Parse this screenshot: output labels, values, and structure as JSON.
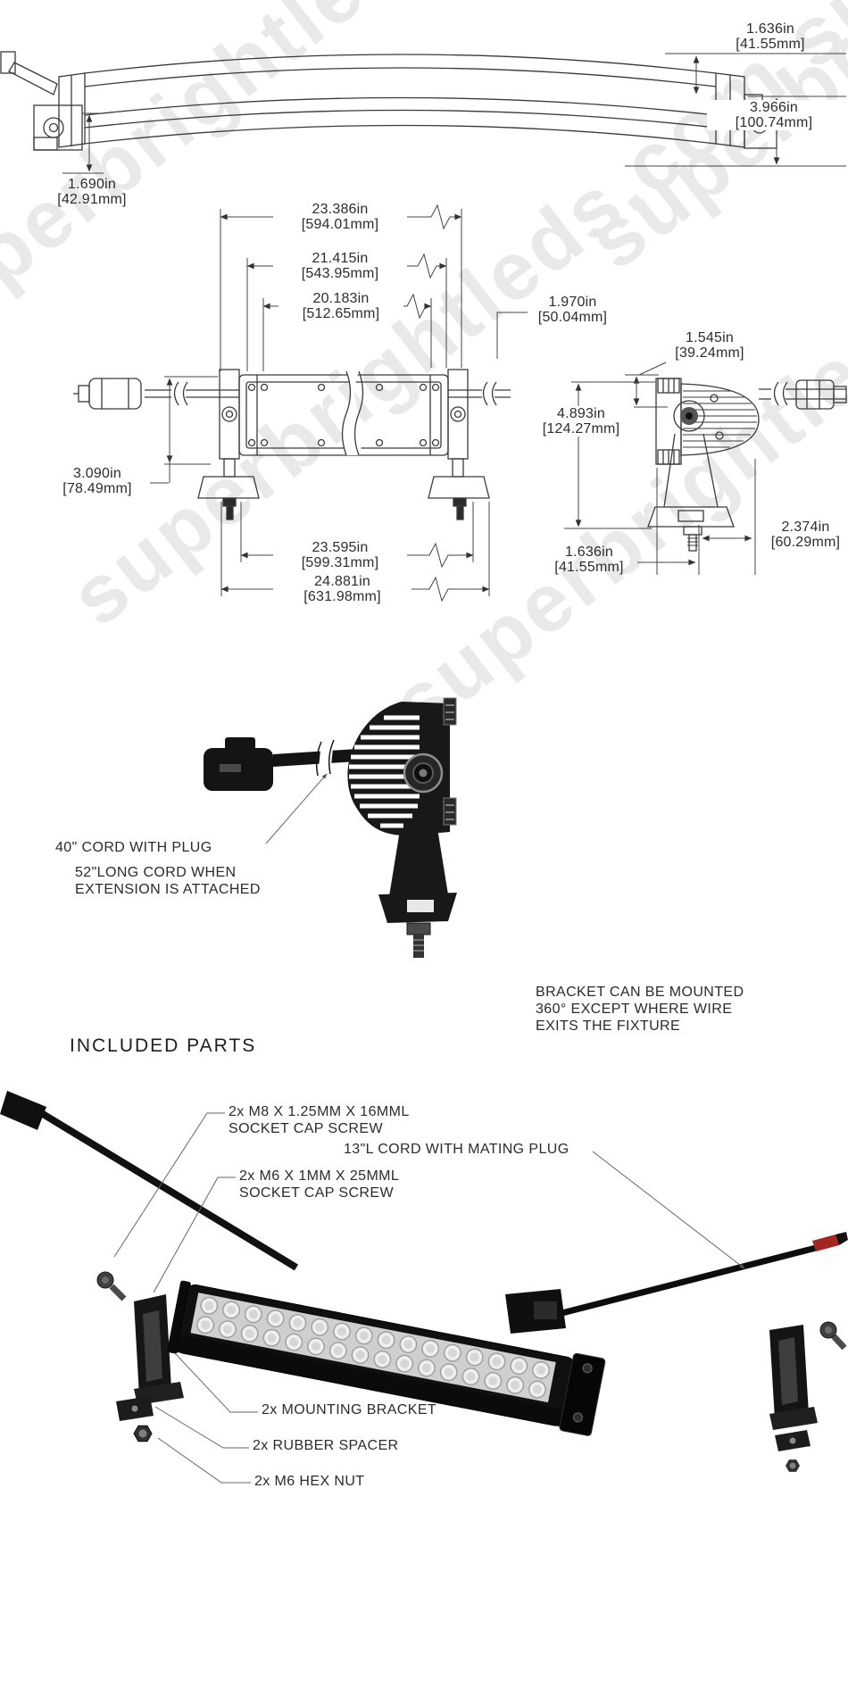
{
  "colors": {
    "line": "#3a3a3a",
    "text": "#2b2b2b",
    "red_cord_tip": "#a32622",
    "watermark": "#e9e9e9"
  },
  "watermark": {
    "text": "superbrightleds.com superbrightleds.com superbrightleds.com"
  },
  "profile_view": {
    "dim_top_height": {
      "in": "1.636in",
      "mm": "[41.55mm]"
    },
    "dim_total_height": {
      "in": "3.966in",
      "mm": "[100.74mm]"
    },
    "dim_end_height": {
      "in": "1.690in",
      "mm": "[42.91mm]"
    }
  },
  "front_view": {
    "dim_span_outer": {
      "in": "23.386in",
      "mm": "[594.01mm]"
    },
    "dim_span_mid": {
      "in": "21.415in",
      "mm": "[543.95mm]"
    },
    "dim_span_inner": {
      "in": "20.183in",
      "mm": "[512.65mm]"
    },
    "dim_housing_height": {
      "in": "1.970in",
      "mm": "[50.04mm]"
    },
    "dim_bracket_height": {
      "in": "3.090in",
      "mm": "[78.49mm]"
    },
    "dim_body_length": {
      "in": "23.595in",
      "mm": "[599.31mm]"
    },
    "dim_overall_length": {
      "in": "24.881in",
      "mm": "[631.98mm]"
    }
  },
  "side_view": {
    "dim_top_depth": {
      "in": "1.545in",
      "mm": "[39.24mm]"
    },
    "dim_height": {
      "in": "4.893in",
      "mm": "[124.27mm]"
    },
    "dim_front_depth": {
      "in": "2.374in",
      "mm": "[60.29mm]"
    },
    "dim_rear_depth": {
      "in": "1.636in",
      "mm": "[41.55mm]"
    }
  },
  "cord_view": {
    "cord_label": "40\" CORD WITH PLUG",
    "extension_note": [
      "52\"LONG CORD WHEN",
      "EXTENSION IS ATTACHED"
    ],
    "bracket_note": [
      "BRACKET CAN BE MOUNTED",
      "360° EXCEPT WHERE WIRE",
      "EXITS THE FIXTURE"
    ]
  },
  "included_parts": {
    "heading": "INCLUDED PARTS",
    "m8_screw": [
      "2x M8 X 1.25MM X 16MML",
      "SOCKET CAP SCREW"
    ],
    "mating_cord": "13\"L CORD WITH MATING PLUG",
    "m6_screw": [
      "2x M6 X 1MM X 25MML",
      "SOCKET CAP SCREW"
    ],
    "mounting_bracket": "2x MOUNTING BRACKET",
    "rubber_spacer": "2x RUBBER SPACER",
    "hex_nut": "2x M6 HEX NUT"
  }
}
